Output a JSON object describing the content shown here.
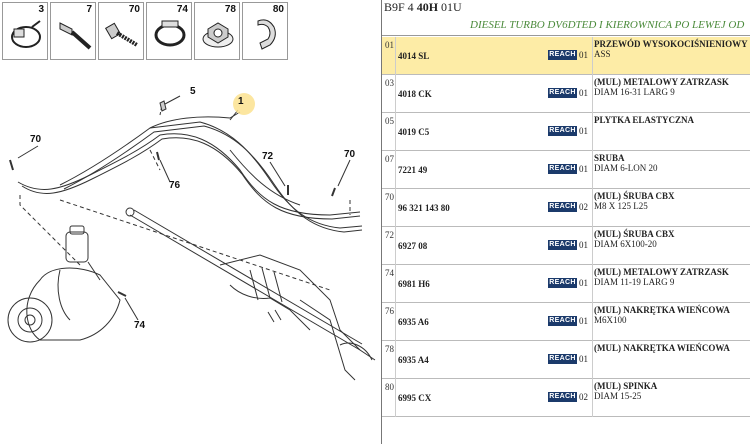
{
  "header": {
    "code_prefix": "B9F 4",
    "code_bold": "40H",
    "code_suffix": "01U",
    "subtitle": "DIESEL TURBO DV6DTED I KIEROWNICA PO LEWEJ OD"
  },
  "icon_strip": [
    {
      "num": "3",
      "icon": "hose-clamp-icon"
    },
    {
      "num": "7",
      "icon": "bolt-icon"
    },
    {
      "num": "70",
      "icon": "screw-icon"
    },
    {
      "num": "74",
      "icon": "metal-clamp-icon"
    },
    {
      "num": "78",
      "icon": "flange-nut-icon"
    },
    {
      "num": "80",
      "icon": "clip-icon"
    }
  ],
  "callouts": [
    "1",
    "5",
    "70",
    "72",
    "70",
    "76",
    "74"
  ],
  "reach_label": "REACH",
  "parts": [
    {
      "pos": "01",
      "ref": "4014 SL",
      "qty": "01",
      "d1": "PRZEWÓD WYSOKOCIŚNIENIOWY",
      "d2": "ASS",
      "highlight": true
    },
    {
      "pos": "03",
      "ref": "4018 CK",
      "qty": "01",
      "d1": "(MUL) METALOWY ZATRZASK",
      "d2": "DIAM 16-31 LARG 9"
    },
    {
      "pos": "05",
      "ref": "4019 C5",
      "qty": "01",
      "d1": "PLYTKA ELASTYCZNA",
      "d2": ""
    },
    {
      "pos": "07",
      "ref": "7221 49",
      "qty": "01",
      "d1": "SRUBA",
      "d2": "DIAM 6-LON 20"
    },
    {
      "pos": "70",
      "ref": "96 321 143 80",
      "qty": "02",
      "d1": "(MUL) ŚRUBA CBX",
      "d2": "M8 X 125 L25"
    },
    {
      "pos": "72",
      "ref": "6927 08",
      "qty": "01",
      "d1": "(MUL) ŚRUBA CBX",
      "d2": "DIAM 6X100-20"
    },
    {
      "pos": "74",
      "ref": "6981 H6",
      "qty": "01",
      "d1": "(MUL) METALOWY ZATRZASK",
      "d2": "DIAM 11-19 LARG 9"
    },
    {
      "pos": "76",
      "ref": "6935 A6",
      "qty": "01",
      "d1": "(MUL) NAKRĘTKA WIEŃCOWA",
      "d2": "M6X100"
    },
    {
      "pos": "78",
      "ref": "6935 A4",
      "qty": "01",
      "d1": "(MUL) NAKRĘTKA WIEŃCOWA",
      "d2": ""
    },
    {
      "pos": "80",
      "ref": "6995 CX",
      "qty": "02",
      "d1": "(MUL) SPINKA",
      "d2": "DIAM 15-25"
    }
  ]
}
